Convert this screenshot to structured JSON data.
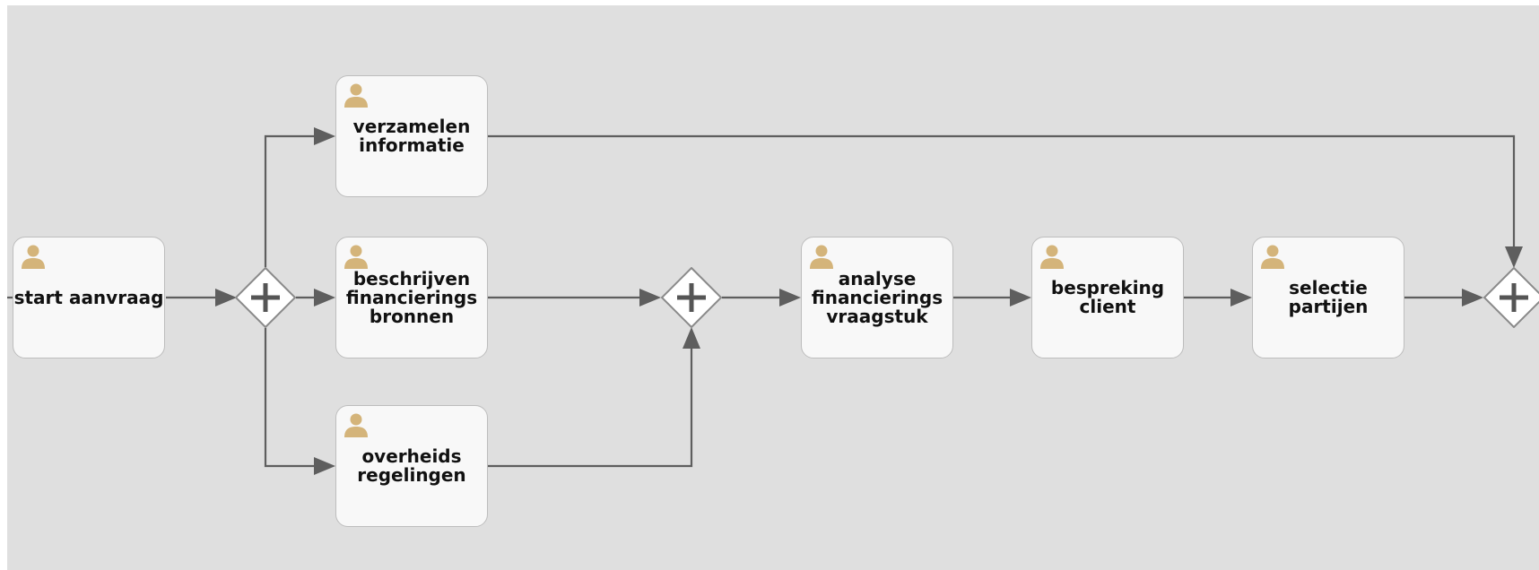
{
  "diagram": {
    "tasks": [
      {
        "id": "start",
        "label": "start aanvraag",
        "icon": "user-icon"
      },
      {
        "id": "verzamelen",
        "label": "verzamelen\ninformatie",
        "icon": "user-icon"
      },
      {
        "id": "beschrijven",
        "label": "beschrijven\nfinancierings\nbronnen",
        "icon": "user-icon"
      },
      {
        "id": "overheids",
        "label": "overheids\nregelingen",
        "icon": "user-icon"
      },
      {
        "id": "analyse",
        "label": "analyse\nfinancierings\nvraagstuk",
        "icon": "user-icon"
      },
      {
        "id": "bespreking",
        "label": "bespreking\nclient",
        "icon": "user-icon"
      },
      {
        "id": "selectie",
        "label": "selectie partijen",
        "icon": "user-icon"
      }
    ],
    "gateways": [
      {
        "id": "split",
        "type": "parallel",
        "icon": "plus-icon"
      },
      {
        "id": "join-1",
        "type": "parallel",
        "icon": "plus-icon"
      },
      {
        "id": "join-2",
        "type": "parallel",
        "icon": "plus-icon"
      }
    ],
    "colors": {
      "background": "#dfdfdf",
      "task_fill": "#f8f8f8",
      "task_border": "#bdbdbd",
      "connector": "#5e5e5e",
      "user_icon": "#d4b47a"
    }
  }
}
